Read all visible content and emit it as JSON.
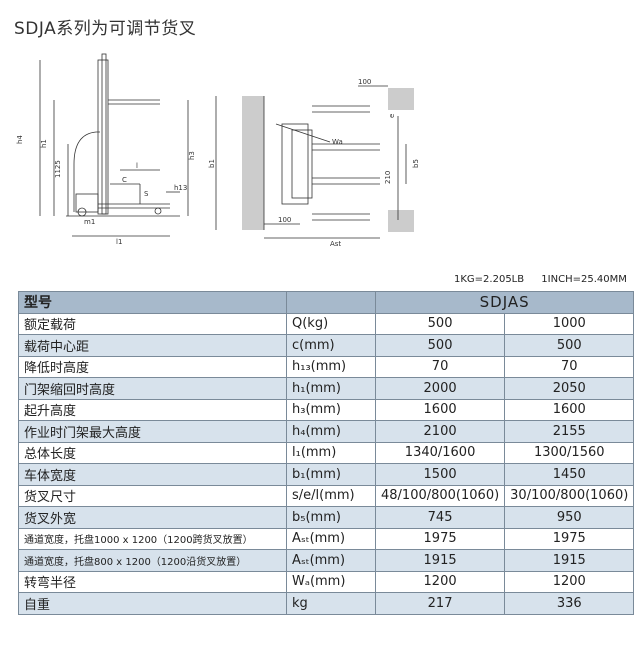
{
  "title": "SDJA系列为可调节货叉",
  "units_note": [
    "1KG=2.205LB",
    "1INCH=25.40MM"
  ],
  "diagram": {
    "side_labels": [
      "h4",
      "h1",
      "h3",
      "1125",
      "l",
      "C",
      "S",
      "h13",
      "m1",
      "l1"
    ],
    "top_labels": [
      "100",
      "e",
      "Wa",
      "b1",
      "b5",
      "210",
      "100",
      "Ast"
    ]
  },
  "table": {
    "header_label": "型号",
    "model": "SDJAS",
    "rows": [
      {
        "label": "额定载荷",
        "unit": "Q(kg)",
        "v1": "500",
        "v2": "1000"
      },
      {
        "label": "载荷中心距",
        "unit": "c(mm)",
        "v1": "500",
        "v2": "500"
      },
      {
        "label": "降低时高度",
        "unit": "h₁₃(mm)",
        "v1": "70",
        "v2": "70"
      },
      {
        "label": "门架缩回时高度",
        "unit": "h₁(mm)",
        "v1": "2000",
        "v2": "2050"
      },
      {
        "label": "起升高度",
        "unit": "h₃(mm)",
        "v1": "1600",
        "v2": "1600"
      },
      {
        "label": "作业时门架最大高度",
        "unit": "h₄(mm)",
        "v1": "2100",
        "v2": "2155"
      },
      {
        "label": "总体长度",
        "unit": "l₁(mm)",
        "v1": "1340/1600",
        "v2": "1300/1560"
      },
      {
        "label": "车体宽度",
        "unit": "b₁(mm)",
        "v1": "1500",
        "v2": "1450"
      },
      {
        "label": "货叉尺寸",
        "unit": "s/e/l(mm)",
        "v1": "48/100/800(1060)",
        "v2": "30/100/800(1060)"
      },
      {
        "label": "货叉外宽",
        "unit": "b₅(mm)",
        "v1": "745",
        "v2": "950"
      },
      {
        "label": "通道宽度，托盘1000 x 1200（1200跨货叉放置）",
        "unit": "Aₛₜ(mm)",
        "v1": "1975",
        "v2": "1975"
      },
      {
        "label": "通道宽度，托盘800 x 1200（1200沿货叉放置）",
        "unit": "Aₛₜ(mm)",
        "v1": "1915",
        "v2": "1915"
      },
      {
        "label": "转弯半径",
        "unit": "Wₐ(mm)",
        "v1": "1200",
        "v2": "1200"
      },
      {
        "label": "自重",
        "unit": "kg",
        "v1": "217",
        "v2": "336"
      }
    ]
  }
}
